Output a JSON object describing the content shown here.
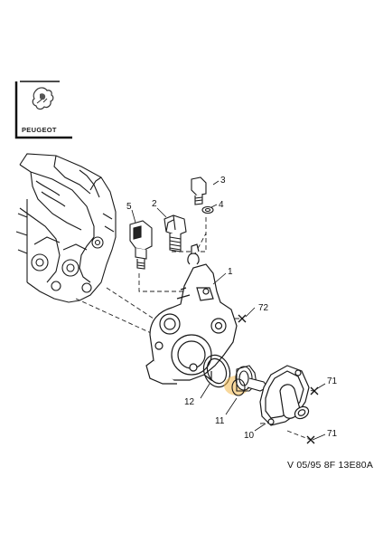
{
  "logo": {
    "brand": "PEUGEOT",
    "icon": "peugeot-lion-icon"
  },
  "callouts": {
    "c1": "1",
    "c2": "2",
    "c3": "3",
    "c4": "4",
    "c5": "5",
    "c10": "10",
    "c11": "11",
    "c12": "12",
    "c71a": "71",
    "c71b": "71",
    "c72": "72"
  },
  "reference": "V 05/95 8F 13E80A",
  "colors": {
    "line": "#1a1a1a",
    "highlight": "#f2b84b"
  }
}
